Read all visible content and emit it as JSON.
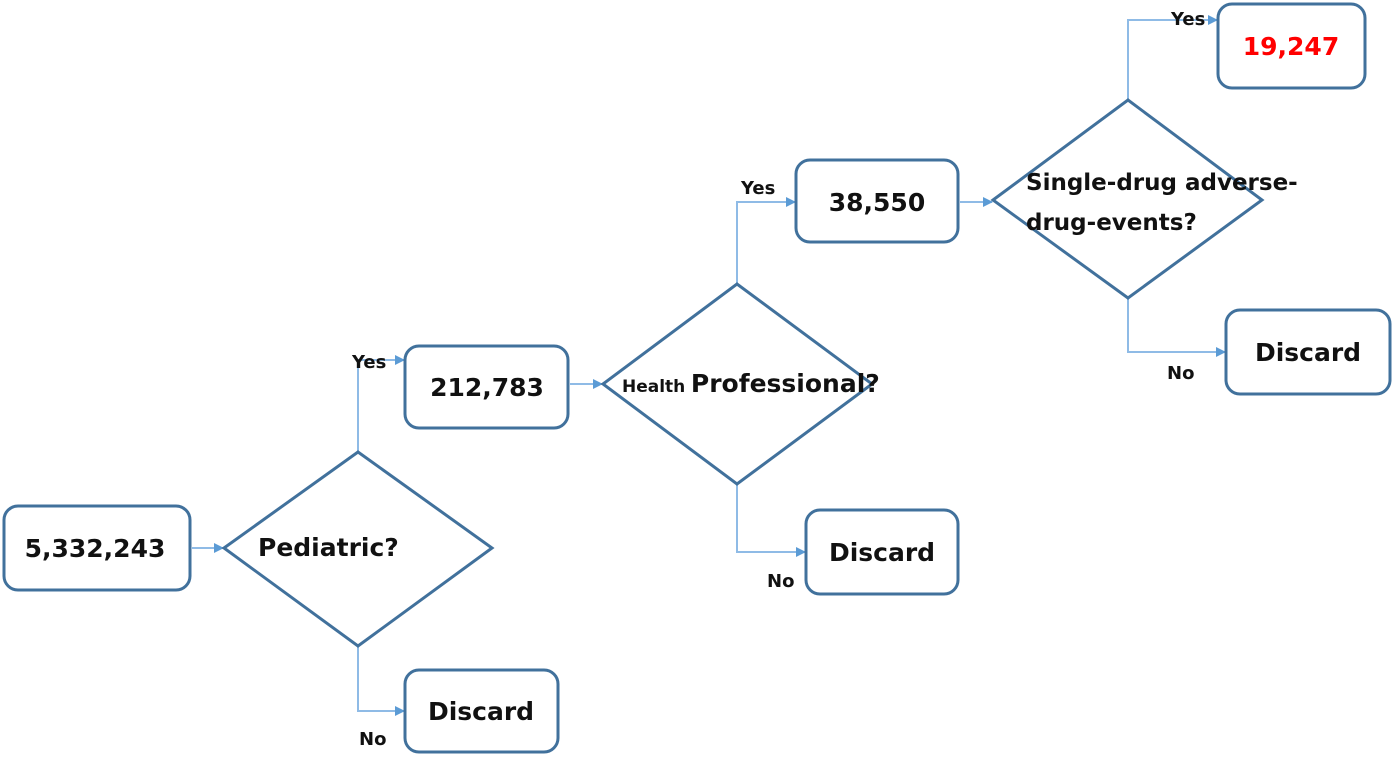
{
  "nodes": {
    "start": "5,332,243",
    "pediatric_q": "Pediatric?",
    "pediatric_yes": "212,783",
    "health_q_small": "Health",
    "health_q_big": "Professional?",
    "health_yes": "38,550",
    "single_q_line1": "Single-drug adverse-",
    "single_q_line2": "drug-events?",
    "final": "19,247",
    "discard1": "Discard",
    "discard2": "Discard",
    "discard3": "Discard"
  },
  "labels": {
    "yes1": "Yes",
    "no1": "No",
    "yes2": "Yes",
    "no2": "No",
    "yes3": "Yes",
    "no3": "No"
  },
  "colors": {
    "border": "#41719c",
    "connector": "#8fbbe6",
    "arrow": "#5b9bd5",
    "final_text": "#ff0000"
  }
}
